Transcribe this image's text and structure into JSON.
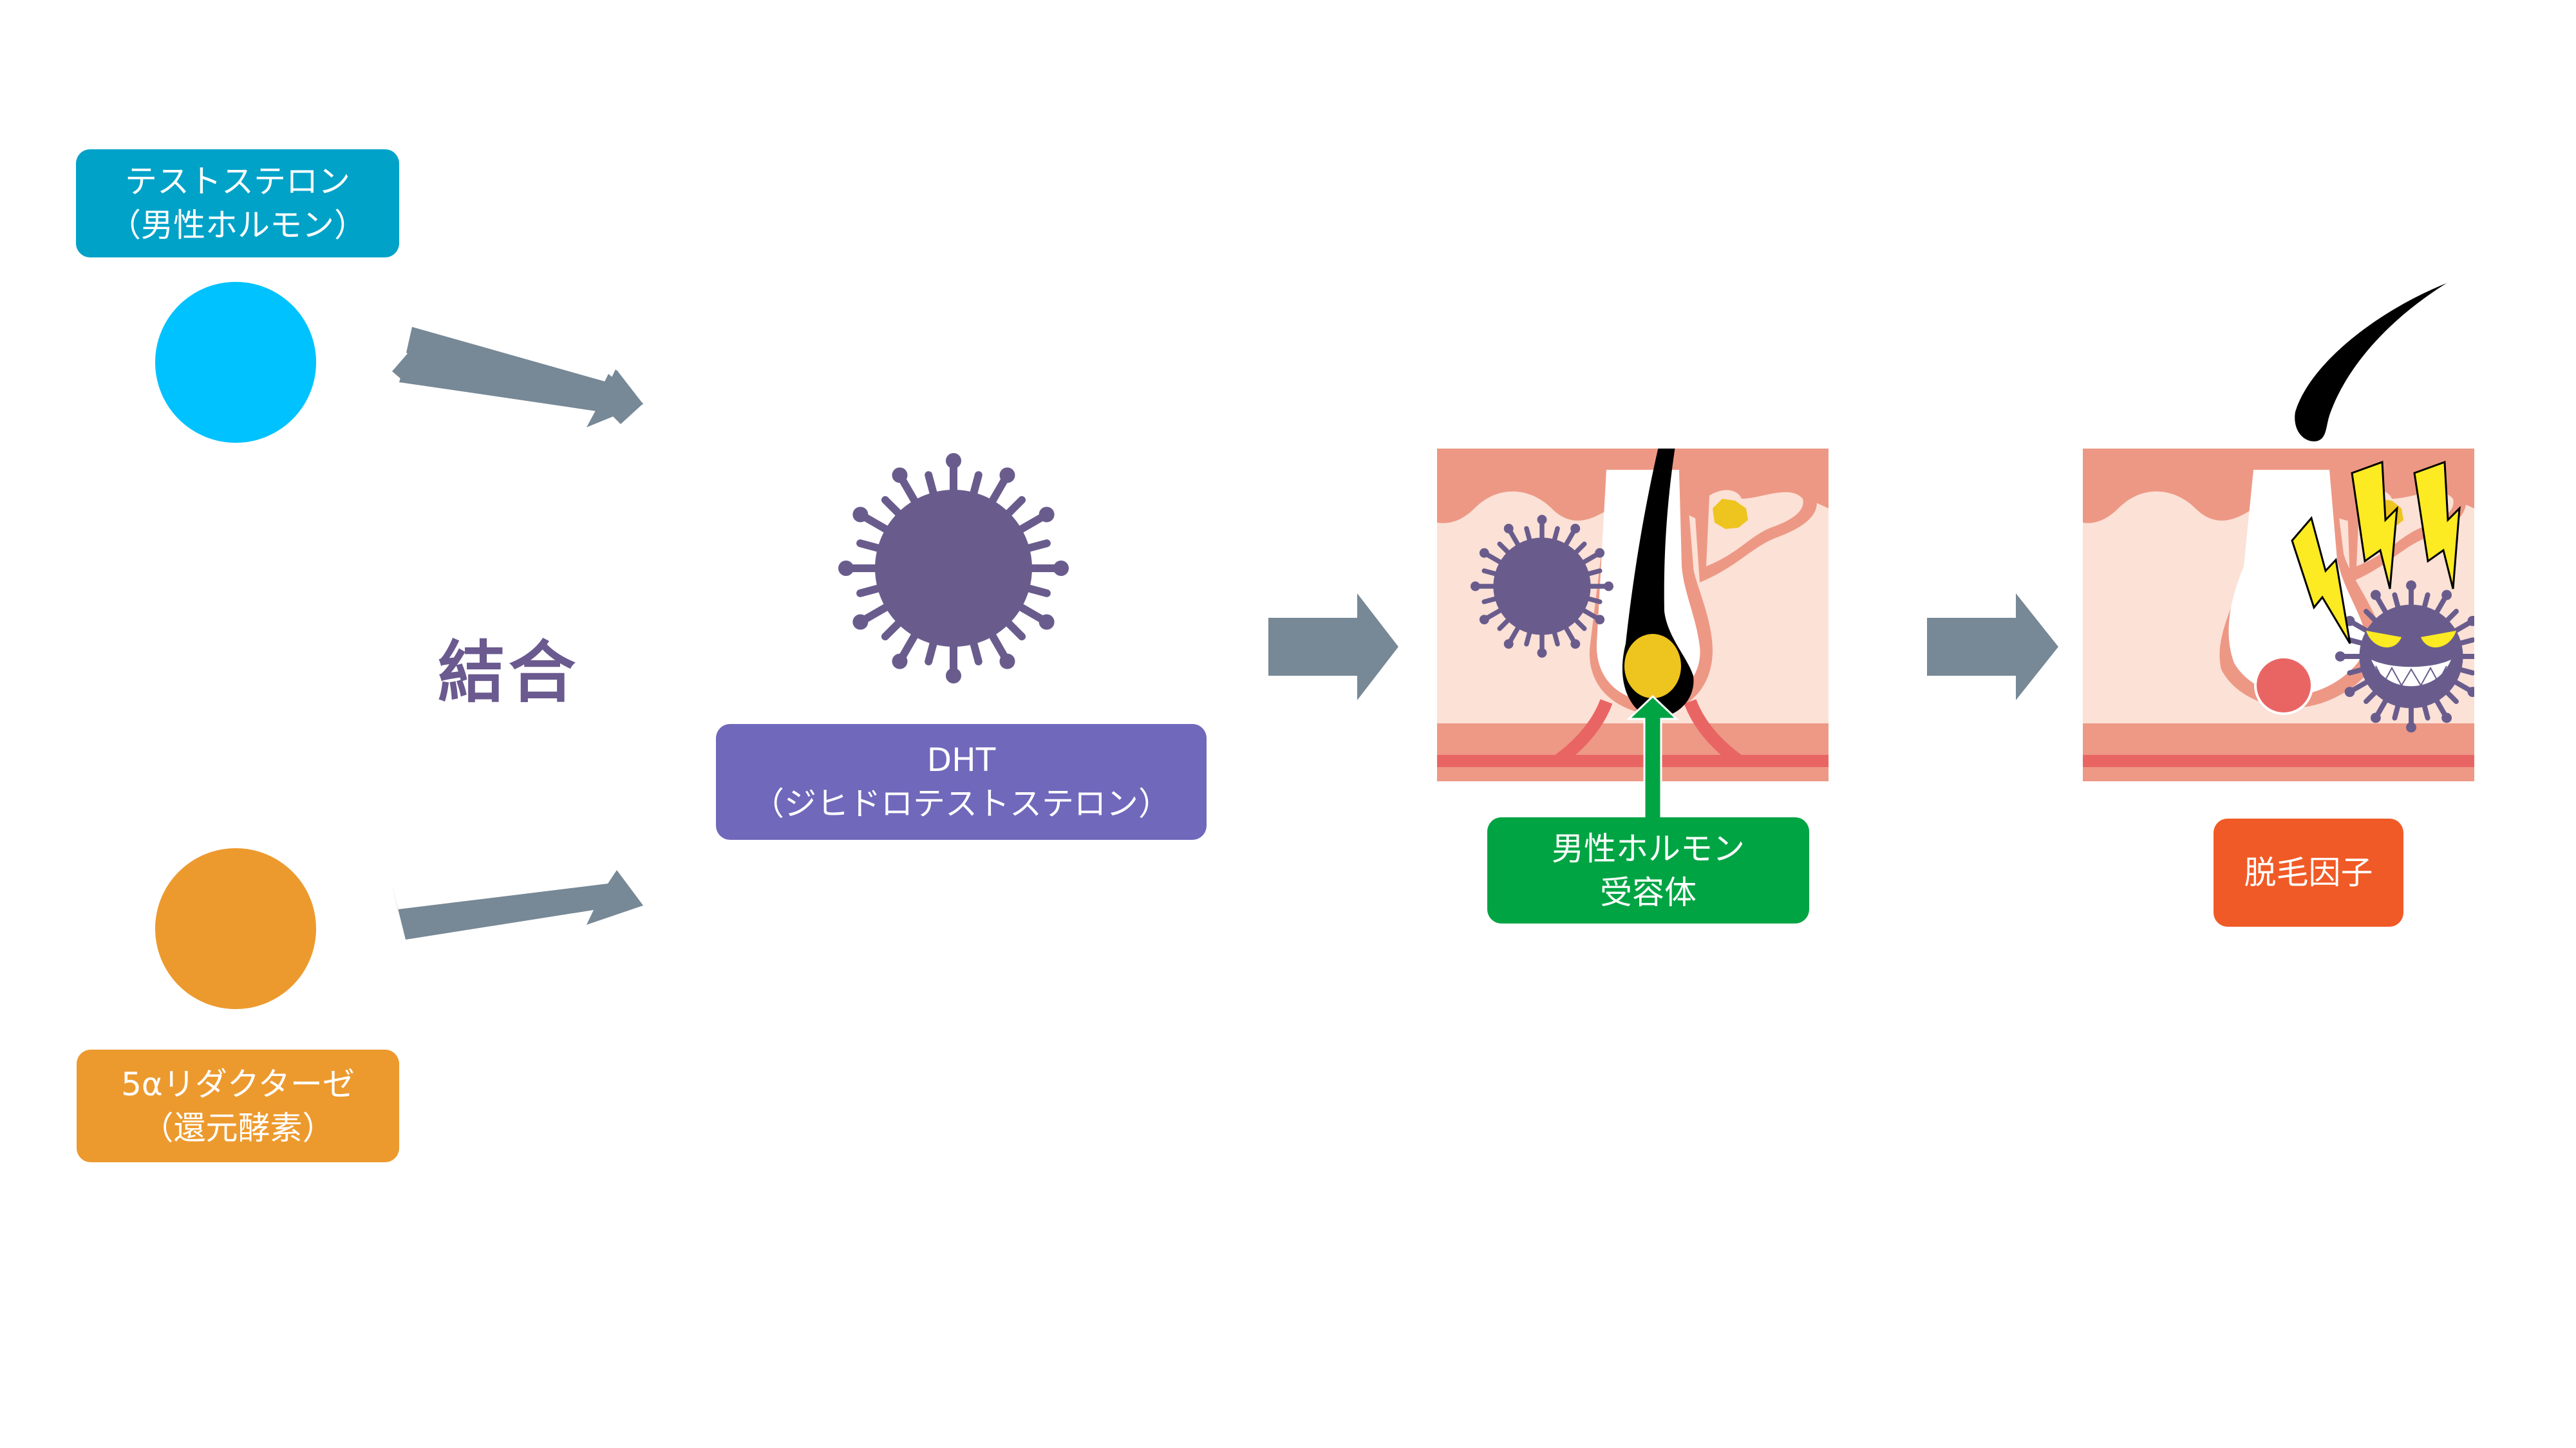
{
  "colors": {
    "testosterone": "#00a2c8",
    "testosterone_circle": "#00c2ff",
    "reductase": "#ec9a2e",
    "dht": "#7068bb",
    "receptor": "#00a443",
    "hair_loss_factor": "#f05a26",
    "arrow": "#778896",
    "virus": "#695c8d",
    "bind_text": "#6a5a8f",
    "skin_upper": "#ed9885",
    "skin_inner": "#fbe1d6",
    "blood_line": "#e96564",
    "hair": "#000000",
    "papilla": "#eec41e",
    "lightning": "#fcea22",
    "damaged_papilla": "#e96564"
  },
  "labels": {
    "testosterone": [
      "テストステロン",
      "（男性ホルモン）"
    ],
    "reductase": [
      "5αリダクターゼ",
      "（還元酵素）"
    ],
    "dht": [
      "DHT",
      "（ジヒドロテストステロン）"
    ],
    "receptor": [
      "男性ホルモン",
      "受容体"
    ],
    "hair_loss_factor": [
      "脱毛因子"
    ],
    "bind": "結合"
  },
  "icons": {
    "testosterone": "circle-icon",
    "reductase": "circle-icon",
    "dht": "virus-icon",
    "flow_arrow": "arrow-right-icon",
    "lightning": "lightning-icon",
    "evil_virus": "evil-virus-icon"
  }
}
